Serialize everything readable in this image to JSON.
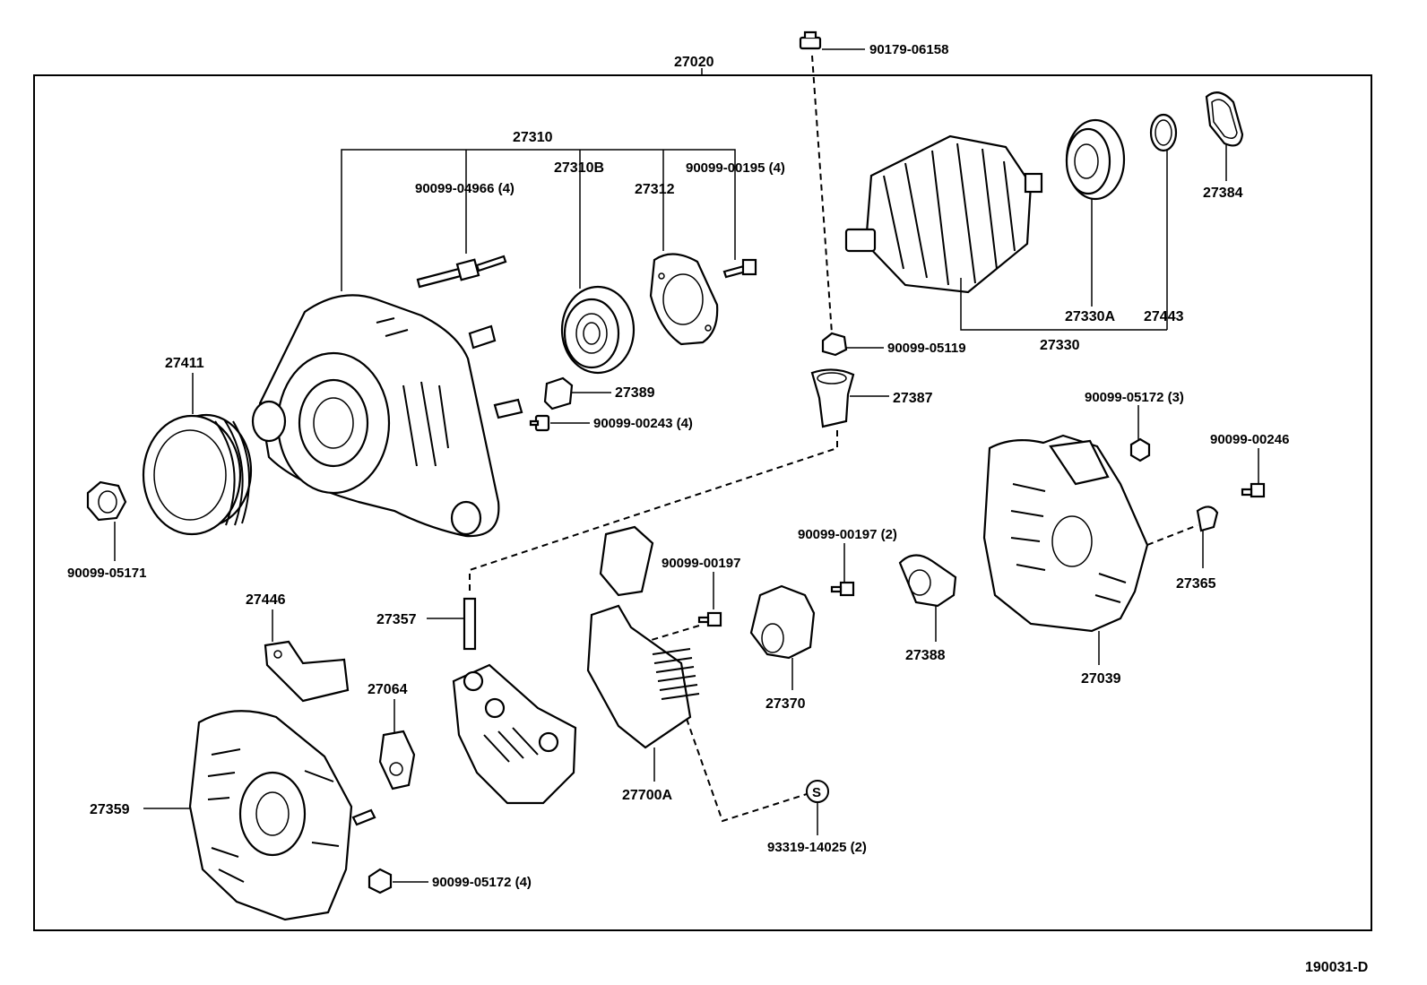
{
  "diagram_id": "190031-D",
  "labels": {
    "p27020": "27020",
    "p90179_06158": "90179-06158",
    "p27310": "27310",
    "p27310B": "27310B",
    "p90099_04966": "90099-04966 (4)",
    "p27312": "27312",
    "p90099_00195": "90099-00195 (4)",
    "p27384": "27384",
    "p27330A": "27330A",
    "p27443": "27443",
    "p27330": "27330",
    "p90099_05119": "90099-05119",
    "p27411": "27411",
    "p27389": "27389",
    "p27387": "27387",
    "p90099_00243": "90099-00243 (4)",
    "p90099_05172_3": "90099-05172 (3)",
    "p90099_00246": "90099-00246",
    "p90099_05171": "90099-05171",
    "p90099_00197": "90099-00197",
    "p90099_00197_2": "90099-00197 (2)",
    "p27446": "27446",
    "p27357": "27357",
    "p27365": "27365",
    "p27388": "27388",
    "p27370": "27370",
    "p27039": "27039",
    "p27064": "27064",
    "p27359": "27359",
    "p27700A": "27700A",
    "p93319_14025": "93319-14025 (2)",
    "p90099_05172_4": "90099-05172 (4)",
    "s_mark": "S"
  },
  "parts": [
    {
      "id": "alternator-assembly",
      "number": "27020"
    },
    {
      "id": "drive-end-frame",
      "number": "27310"
    },
    {
      "id": "bearing",
      "number": "27310B"
    },
    {
      "id": "bearing-retainer",
      "number": "27312"
    },
    {
      "id": "pulley",
      "number": "27411"
    },
    {
      "id": "rotor-assembly",
      "number": "27330"
    },
    {
      "id": "rectifier-end-frame",
      "number": "27039"
    },
    {
      "id": "brush-holder",
      "number": "27370"
    },
    {
      "id": "voltage-regulator",
      "number": "27700A"
    },
    {
      "id": "rectifier-holder",
      "number": "27357"
    },
    {
      "id": "rear-end-cover",
      "number": "27359"
    }
  ]
}
